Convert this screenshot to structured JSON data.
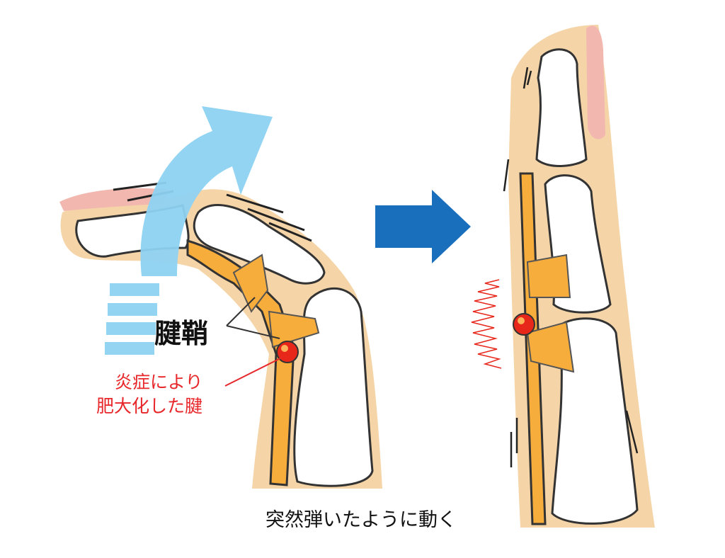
{
  "labels": {
    "tendon_sheath": "腱鞘",
    "inflamed_line1": "炎症により",
    "inflamed_line2": "肥大化した腱",
    "caption": "突然弾いたように動く"
  },
  "colors": {
    "skin": "#f5d5a8",
    "nail": "#f2b8b0",
    "tendon": "#f7ad3c",
    "motion_arrow": "#8ed2f2",
    "transition_arrow": "#1a6fbd",
    "nodule": "#e8271b",
    "annotation": "#e8272b"
  }
}
